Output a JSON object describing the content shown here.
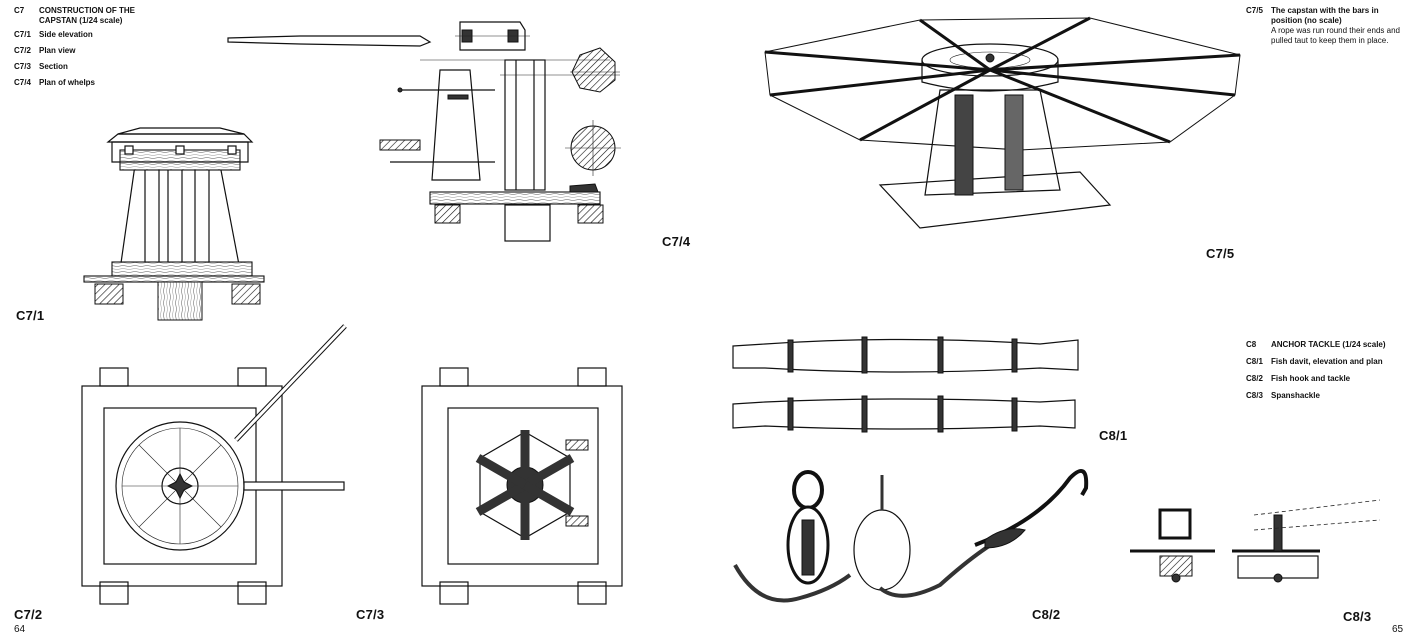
{
  "left_captions": {
    "c7": {
      "code": "C7",
      "text_line1": "CONSTRUCTION OF THE",
      "text_line2": "CAPSTAN (1/24 scale)"
    },
    "items": [
      {
        "code": "C7/1",
        "text": "Side elevation"
      },
      {
        "code": "C7/2",
        "text": "Plan view"
      },
      {
        "code": "C7/3",
        "text": "Section"
      },
      {
        "code": "C7/4",
        "text": "Plan of whelps"
      }
    ]
  },
  "right_caption_c75": {
    "code": "C7/5",
    "title_line1": "The capstan with the bars in",
    "title_line2": "position (no scale)",
    "body_line1": "A rope was run round their ends and",
    "body_line2": "pulled taut to keep them in place."
  },
  "c8_captions": {
    "c8": {
      "code": "C8",
      "text": "ANCHOR TACKLE (1/24 scale)"
    },
    "items": [
      {
        "code": "C8/1",
        "text": "Fish davit, elevation and plan"
      },
      {
        "code": "C8/2",
        "text": "Fish hook and tackle"
      },
      {
        "code": "C8/3",
        "text": "Spanshackle"
      }
    ]
  },
  "figure_labels": {
    "c7_1": "C7/1",
    "c7_2": "C7/2",
    "c7_3": "C7/3",
    "c7_4": "C7/4",
    "c7_5": "C7/5",
    "c8_1": "C8/1",
    "c8_2": "C8/2",
    "c8_3": "C8/3"
  },
  "page_numbers": {
    "left": "64",
    "right": "65"
  }
}
